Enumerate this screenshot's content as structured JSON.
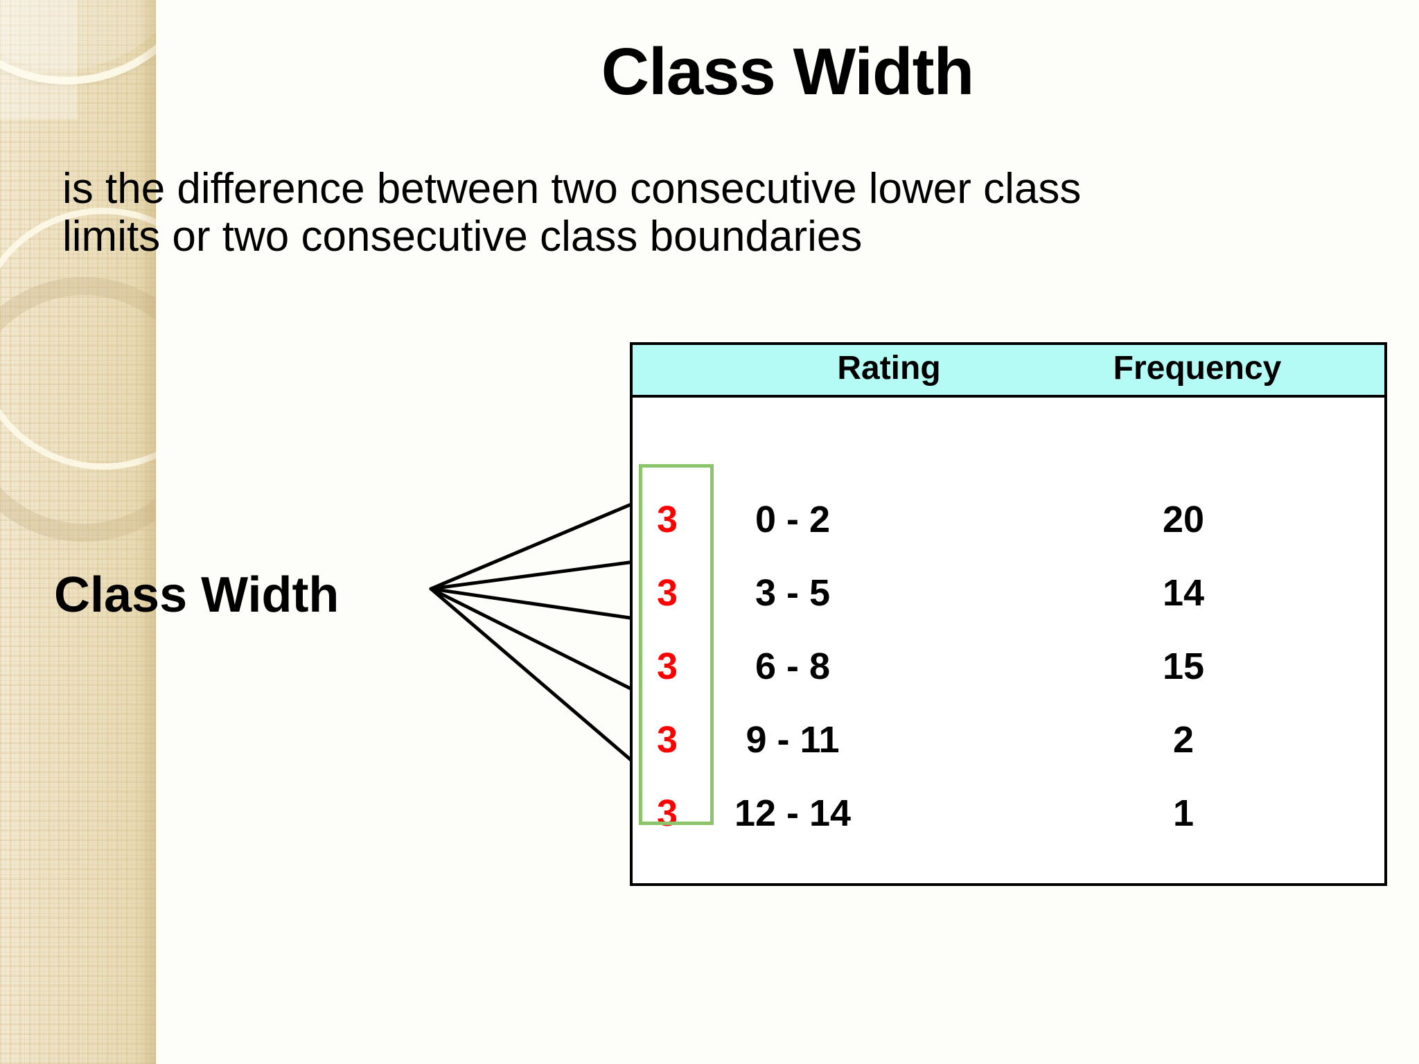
{
  "slide": {
    "title": "Class Width",
    "subtitle_lines": [
      "is the difference between two consecutive lower class",
      "limits or two consecutive class boundaries"
    ],
    "callout_label": "Class Width",
    "accent_colors": {
      "table_header_fill": "#b3fbf4",
      "class_width_text": "#ff0000",
      "highlight_box_border": "#8cc46a",
      "sidebar_base": "#ece0bf",
      "text": "#000000"
    }
  },
  "table": {
    "headers": {
      "rating": "Rating",
      "frequency": "Frequency"
    },
    "rows": [
      {
        "class_width": "3",
        "rating": "0 - 2",
        "frequency": "20"
      },
      {
        "class_width": "3",
        "rating": "3 - 5",
        "frequency": "14"
      },
      {
        "class_width": "3",
        "rating": "6 - 8",
        "frequency": "15"
      },
      {
        "class_width": "3",
        "rating": "9 - 11",
        "frequency": "2"
      },
      {
        "class_width": "3",
        "rating": "12 - 14",
        "frequency": "1"
      }
    ]
  },
  "chart_data": {
    "type": "table",
    "title": "Class Width",
    "columns": [
      "Rating",
      "Frequency"
    ],
    "categories": [
      "0 - 2",
      "3 - 5",
      "6 - 8",
      "9 - 11",
      "12 - 14"
    ],
    "values": [
      20,
      14,
      15,
      2,
      1
    ],
    "class_widths": [
      3,
      3,
      3,
      3,
      3
    ],
    "xlabel": "Rating",
    "ylabel": "Frequency",
    "annotations": [
      "is the difference between two consecutive lower class limits or two consecutive class boundaries",
      "Class Width"
    ]
  }
}
